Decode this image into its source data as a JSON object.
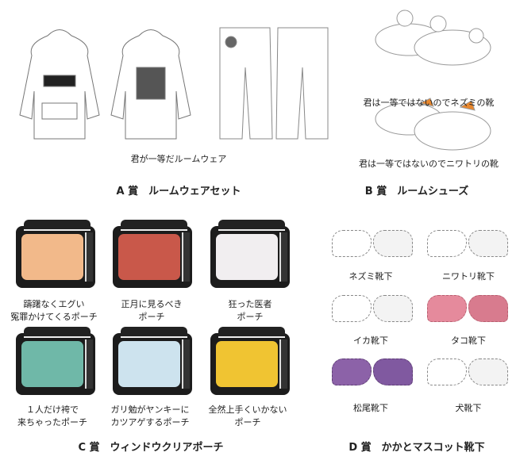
{
  "prize_a": {
    "title": "A 賞　ルームウェアセット",
    "caption": "君が一等だルームウェア"
  },
  "prize_b": {
    "title": "B 賞　ルームシューズ",
    "items": [
      {
        "label": "君は一等ではないのでネズミの靴"
      },
      {
        "label": "君は一等ではないのでニワトリの靴"
      }
    ]
  },
  "prize_c": {
    "title": "C 賞　ウィンドウクリアポーチ",
    "items": [
      {
        "line1": "躊躇なくエグい",
        "line2": "冤罪かけてくるポーチ",
        "color": "#f2b98a"
      },
      {
        "line1": "正月に見るべき",
        "line2": "ポーチ",
        "color": "#c9584a"
      },
      {
        "line1": "狂った医者",
        "line2": "ポーチ",
        "color": "#f1eef0"
      },
      {
        "line1": "１人だけ袴で",
        "line2": "来ちゃったポーチ",
        "color": "#6fb8a8"
      },
      {
        "line1": "ガリ勉がヤンキーに",
        "line2": "カツアゲするポーチ",
        "color": "#cde3ee"
      },
      {
        "line1": "全然上手くいかない",
        "line2": "ポーチ",
        "color": "#f0c432"
      }
    ]
  },
  "prize_d": {
    "title": "D 賞　かかとマスコット靴下",
    "items": [
      {
        "label": "ネズミ靴下",
        "color": "#ffffff"
      },
      {
        "label": "ニワトリ靴下",
        "color": "#ffffff"
      },
      {
        "label": "イカ靴下",
        "color": "#ffffff"
      },
      {
        "label": "タコ靴下",
        "color": "#e58a9c"
      },
      {
        "label": "松尾靴下",
        "color": "#8c62a8"
      },
      {
        "label": "犬靴下",
        "color": "#ffffff"
      }
    ]
  }
}
